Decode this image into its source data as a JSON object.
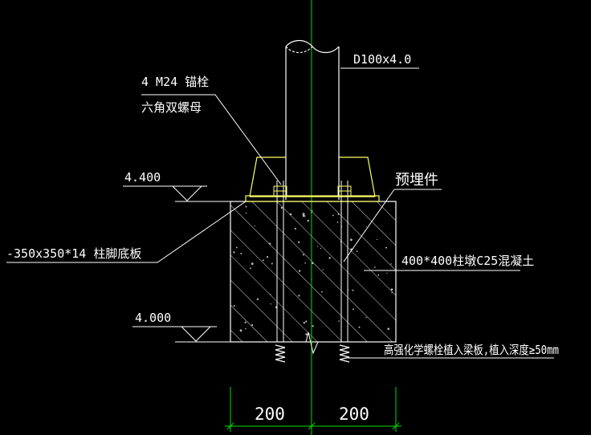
{
  "labels": {
    "pipe_size": "D100x4.0",
    "anchor_bolt": "4 M24 锚栓",
    "double_nut": "六角双螺母",
    "elev_top": "4.400",
    "embedded_part": "预埋件",
    "base_plate": "-350x350*14 柱脚底板",
    "pier": "400*400柱墩C25混凝土",
    "elev_bottom": "4.000",
    "chemical_bolt": "高强化学螺栓植入梁板,植入深度≥50mm"
  },
  "dimensions": {
    "left": "200",
    "right": "200"
  },
  "colors": {
    "background": "#000000",
    "outline": "#ffffff",
    "steel": "#ffff66",
    "centerline": "#00e000",
    "leader": "#ffffff"
  }
}
